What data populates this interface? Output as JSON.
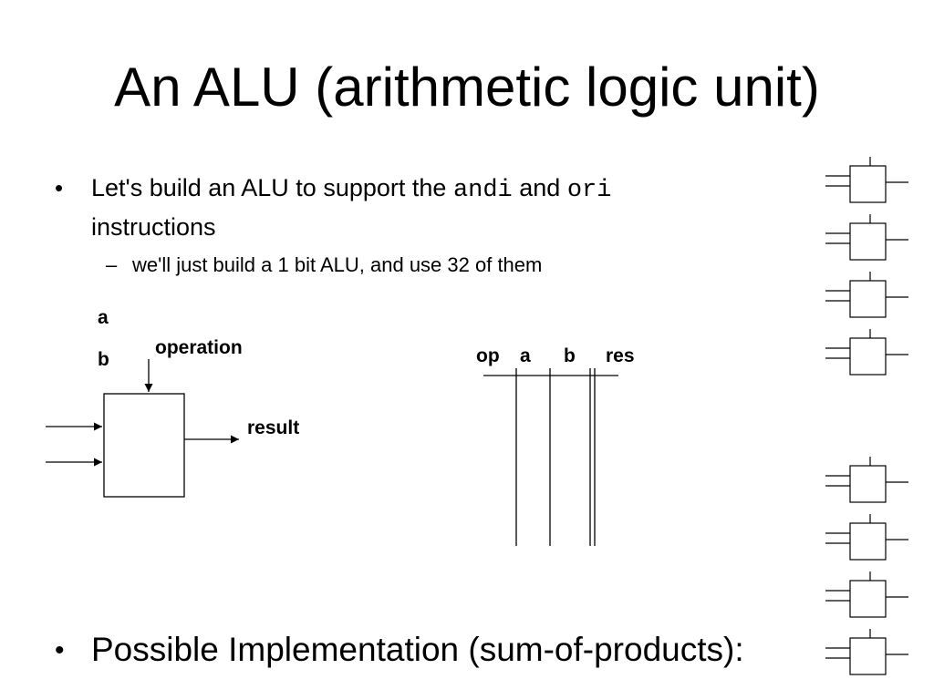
{
  "slide": {
    "title": "An ALU (arithmetic logic unit)",
    "bullet1": {
      "text_before": "Let's build an ALU to support the",
      "code1": "andi",
      "text_mid": "and",
      "code2": "ori",
      "text_after": "instructions"
    },
    "sub_bullet": {
      "marker": "–",
      "text": "we'll just build a 1 bit ALU, and use 32 of them"
    },
    "bullet2": "Possible Implementation (sum-of-products):",
    "bullet_marker": "•"
  },
  "diagram": {
    "input_a": "a",
    "input_b": "b",
    "control": "operation",
    "output": "result"
  },
  "truth_table": {
    "headers": [
      "op",
      "a",
      "b",
      "res"
    ]
  }
}
